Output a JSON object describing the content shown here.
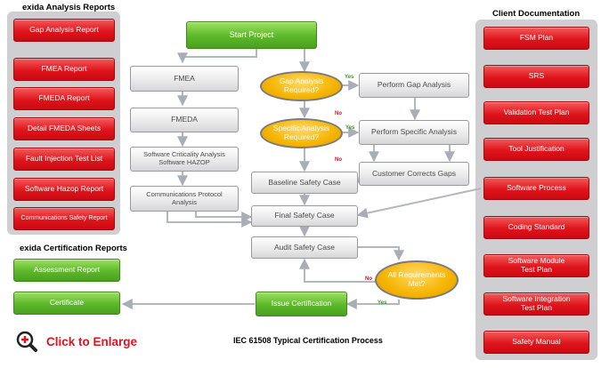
{
  "headings": {
    "analysis_reports": "exida Analysis Reports",
    "client_documentation": "Client Documentation",
    "certification_reports": "exida Certification Reports"
  },
  "analysis_reports": [
    "Gap Analysis Report",
    "FMEA Report",
    "FMEDA Report",
    "Detail FMEDA Sheets",
    "Fault Injection Test List",
    "Software Hazop Report",
    "Communications Safety Report"
  ],
  "certification_reports": [
    "Assessment Report",
    "Certificate"
  ],
  "client_documentation": [
    "FSM Plan",
    "SRS",
    "Validation Test Plan",
    "Tool Justification",
    "Software Process",
    "Coding Standard",
    [
      "Software Module",
      "Test Plan"
    ],
    [
      "Software Integration",
      "Test Plan"
    ],
    "Safety Manual"
  ],
  "flow": {
    "start": "Start Project",
    "fmea": "FMEA",
    "fmeda": "FMEDA",
    "criticality": [
      "Software Criticality Analysis",
      "Software HAZOP"
    ],
    "comms": [
      "Communications Protocol",
      "Analysis"
    ],
    "gap_question": [
      "Gap Analysis",
      "Required?"
    ],
    "specific_question": [
      "Specific Analysis",
      "Required?"
    ],
    "perform_gap": "Perform Gap Analysis",
    "perform_specific": "Perform Specific Analysis",
    "customer_corrects": "Customer Corrects Gaps",
    "baseline": "Baseline Safety Case",
    "final": "Final Safety Case",
    "audit": "Audit Safety Case",
    "requirements_question": [
      "All Requirements",
      "Met?"
    ],
    "issue": "Issue Certification",
    "yes": "Yes",
    "no": "No"
  },
  "footer": {
    "enlarge": "Click to Enlarge",
    "caption": "IEC 61508 Typical Certification Process"
  },
  "colors": {
    "red": "#e0141c",
    "green": "#5cb82a",
    "yellow": "#f5b400",
    "gray_panel": "#cfcfd1"
  },
  "icons": {
    "enlarge": "magnifier-plus-icon"
  }
}
